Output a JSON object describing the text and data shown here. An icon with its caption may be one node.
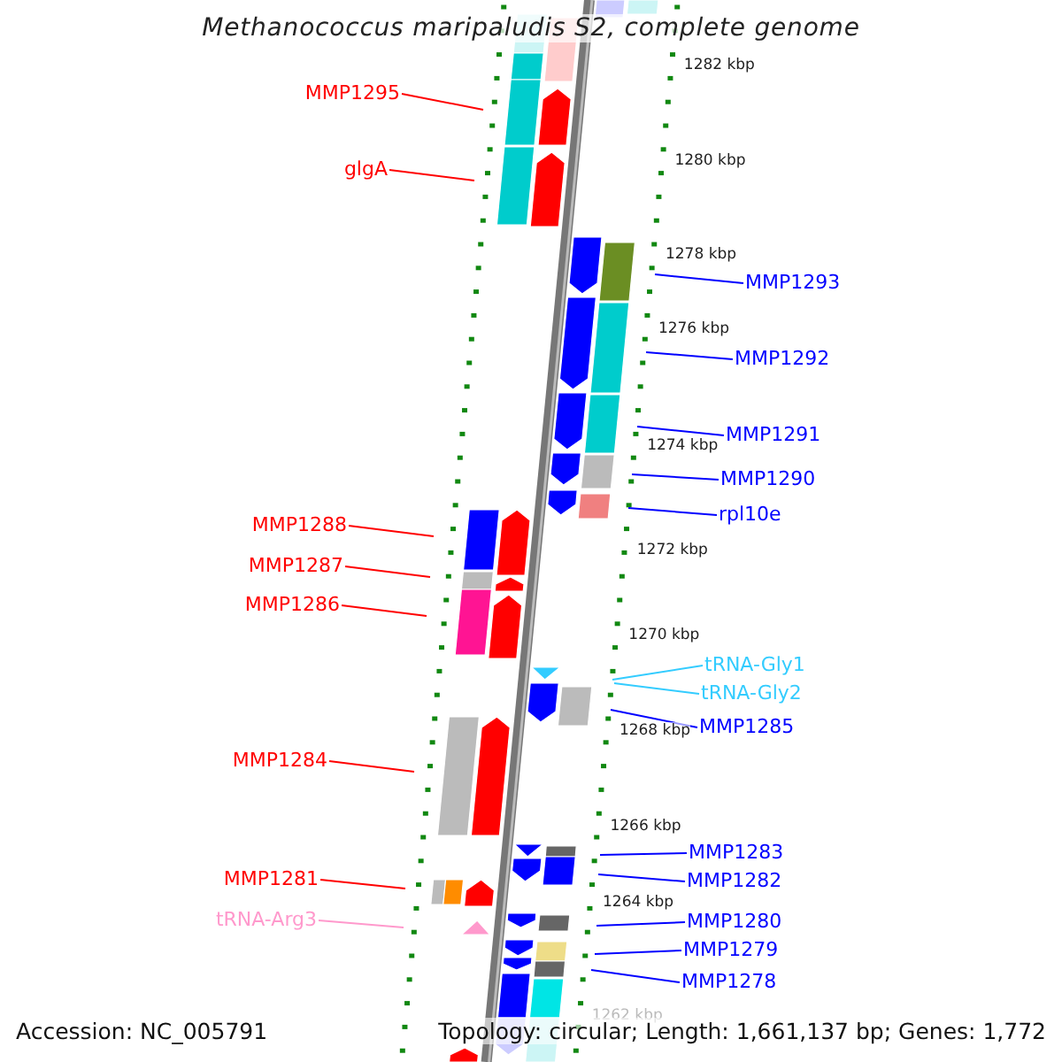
{
  "diagram": {
    "title": "Methanococcus maripaludis S2, complete genome",
    "nodes": [
      {
        "text": [
          "MMP1295"
        ]
      },
      {
        "text": [
          "glgA"
        ]
      },
      {
        "text": [
          "MMP1288"
        ]
      },
      {
        "text": [
          "MMP1287"
        ]
      },
      {
        "text": [
          "MMP1286"
        ]
      },
      {
        "text": [
          "MMP1284"
        ]
      },
      {
        "text": [
          "MMP1281"
        ]
      },
      {
        "text": [
          "tRNA-Arg3"
        ]
      },
      {
        "text": [
          "MMP1293"
        ]
      },
      {
        "text": [
          "MMP1292"
        ]
      },
      {
        "text": [
          "MMP1291"
        ]
      },
      {
        "text": [
          "MMP1290"
        ]
      },
      {
        "text": [
          "rpl10e"
        ]
      },
      {
        "text": [
          "tRNA-Gly1"
        ]
      },
      {
        "text": [
          "tRNA-Gly2"
        ]
      },
      {
        "text": [
          "MMP1285"
        ]
      },
      {
        "text": [
          "MMP1283"
        ]
      },
      {
        "text": [
          "MMP1282"
        ]
      },
      {
        "text": [
          "MMP1280"
        ]
      },
      {
        "text": [
          "MMP1279"
        ]
      },
      {
        "text": [
          "MMP1278"
        ]
      }
    ],
    "edges": [
      {
        "from": 0,
        "to": null,
        "arrow": "none",
        "color": "#ff0000"
      },
      {
        "from": 1,
        "to": null,
        "arrow": "none",
        "color": "#ff0000"
      },
      {
        "from": 2,
        "to": null,
        "arrow": "none",
        "color": "#ff0000"
      },
      {
        "from": 3,
        "to": null,
        "arrow": "none",
        "color": "#ff0000"
      },
      {
        "from": 4,
        "to": null,
        "arrow": "none",
        "color": "#ff0000"
      },
      {
        "from": 5,
        "to": null,
        "arrow": "none",
        "color": "#ff0000"
      },
      {
        "from": 6,
        "to": null,
        "arrow": "none",
        "color": "#ff0000"
      },
      {
        "from": 7,
        "to": null,
        "arrow": "none",
        "color": "#ff99cc"
      },
      {
        "from": 8,
        "to": null,
        "arrow": "none"
      },
      {
        "from": 9,
        "to": null,
        "arrow": "none"
      },
      {
        "from": 10,
        "to": null,
        "arrow": "none"
      },
      {
        "from": 11,
        "to": null,
        "arrow": "none"
      },
      {
        "from": 12,
        "to": null,
        "arrow": "none"
      },
      {
        "from": 13,
        "to": null,
        "arrow": "none",
        "color": "#33ccff"
      },
      {
        "from": 14,
        "to": null,
        "arrow": "none",
        "color": "#33ccff"
      },
      {
        "from": 15,
        "to": null,
        "arrow": "none"
      },
      {
        "from": 16,
        "to": null,
        "arrow": "none"
      },
      {
        "from": 17,
        "to": null,
        "arrow": "none"
      },
      {
        "from": 18,
        "to": null,
        "arrow": "none"
      },
      {
        "from": 19,
        "to": null,
        "arrow": "none"
      },
      {
        "from": 20,
        "to": null,
        "arrow": "none"
      }
    ],
    "labels": [
      "1282 kbp",
      "1280 kbp",
      "1278 kbp",
      "1276 kbp",
      "1274 kbp",
      "1272 kbp",
      "1270 kbp",
      "1268 kbp",
      "1266 kbp",
      "1264 kbp",
      "1262 kbp",
      "Accession: NC_005791",
      "Topology: circular; Length: 1,661,137 bp; Genes: 1,772"
    ]
  }
}
